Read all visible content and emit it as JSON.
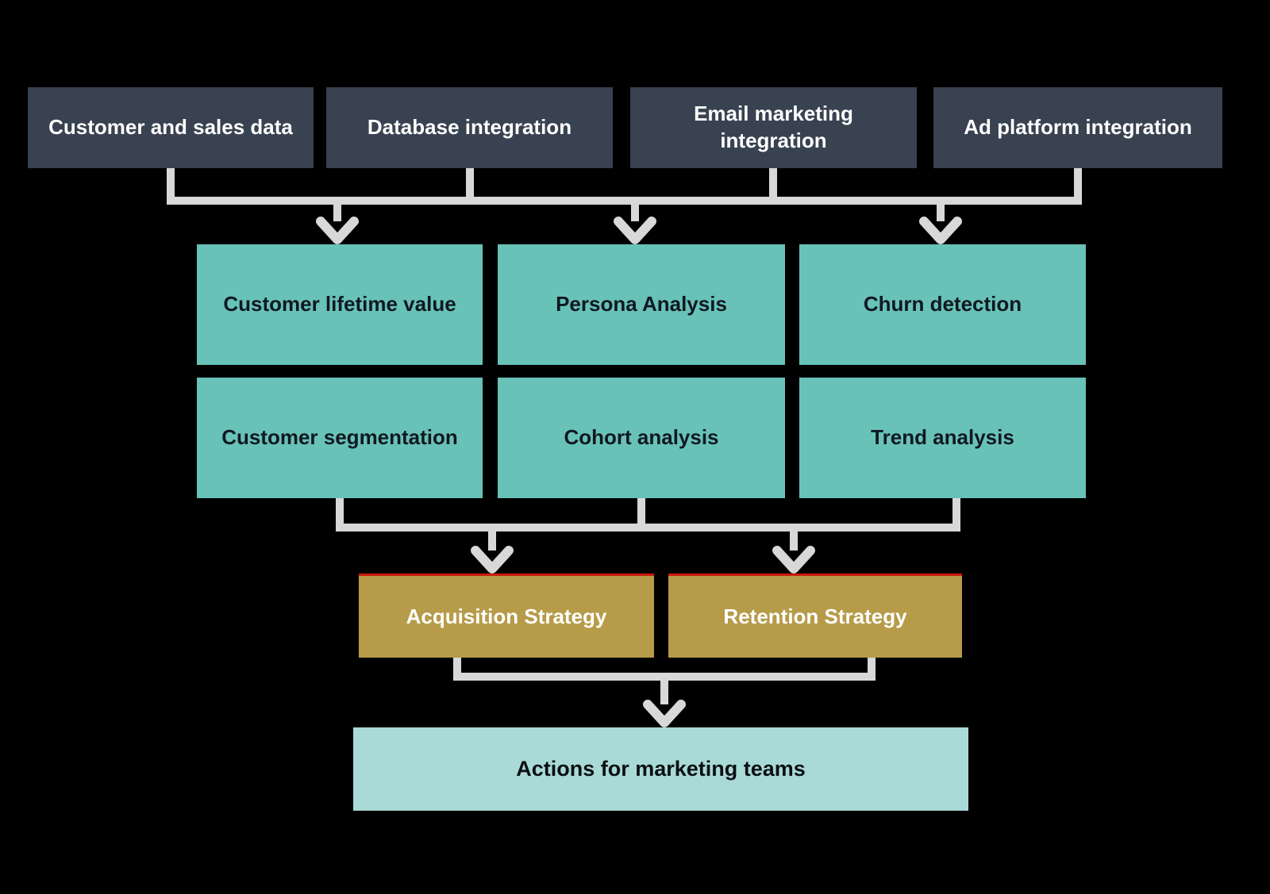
{
  "diagram": {
    "sources": [
      {
        "label": "Customer and sales data"
      },
      {
        "label": "Database integration"
      },
      {
        "label": "Email marketing integration"
      },
      {
        "label": "Ad platform integration"
      }
    ],
    "analyses_row1": [
      {
        "label": "Customer lifetime value"
      },
      {
        "label": "Persona Analysis"
      },
      {
        "label": "Churn detection"
      }
    ],
    "analyses_row2": [
      {
        "label": "Customer segmentation"
      },
      {
        "label": "Cohort analysis"
      },
      {
        "label": "Trend analysis"
      }
    ],
    "strategies": [
      {
        "label": "Acquisition Strategy"
      },
      {
        "label": "Retention Strategy"
      }
    ],
    "output": {
      "label": "Actions for marketing teams"
    }
  },
  "colors": {
    "background": "#000000",
    "source_box": "#384250",
    "source_text": "#ffffff",
    "analysis_box": "#68c2b8",
    "analysis_text": "#101820",
    "strategy_box": "#b69b49",
    "strategy_top_accent": "#cc1a0e",
    "strategy_text": "#ffffff",
    "output_box": "#a9dad7",
    "output_text": "#0b0f14",
    "connector": "#d8d8d8"
  }
}
